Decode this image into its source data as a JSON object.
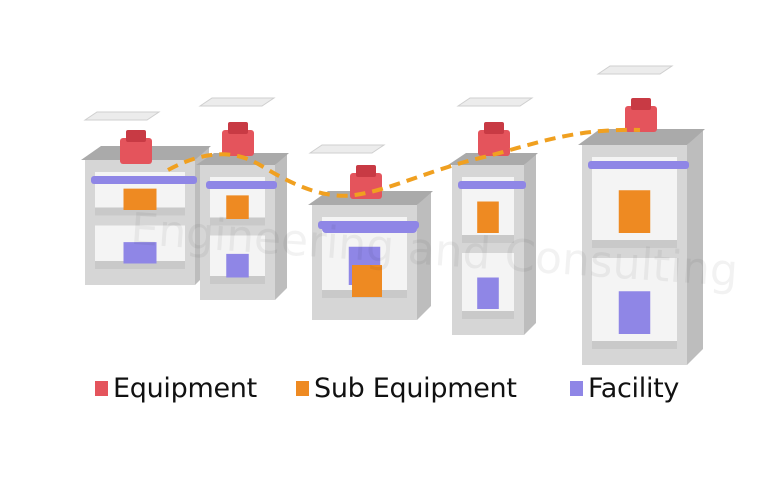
{
  "watermark": "Engineering and Consulting",
  "colors": {
    "equipment": "#e4545c",
    "sub_equipment": "#ee8a22",
    "facility": "#8f86e6",
    "structure": "#d6d6d6",
    "path": "#f0a020"
  },
  "legend": [
    {
      "label": "Equipment",
      "color": "#e4545c"
    },
    {
      "label": "Sub Equipment",
      "color": "#ee8a22"
    },
    {
      "label": "Facility",
      "color": "#8f86e6"
    }
  ]
}
